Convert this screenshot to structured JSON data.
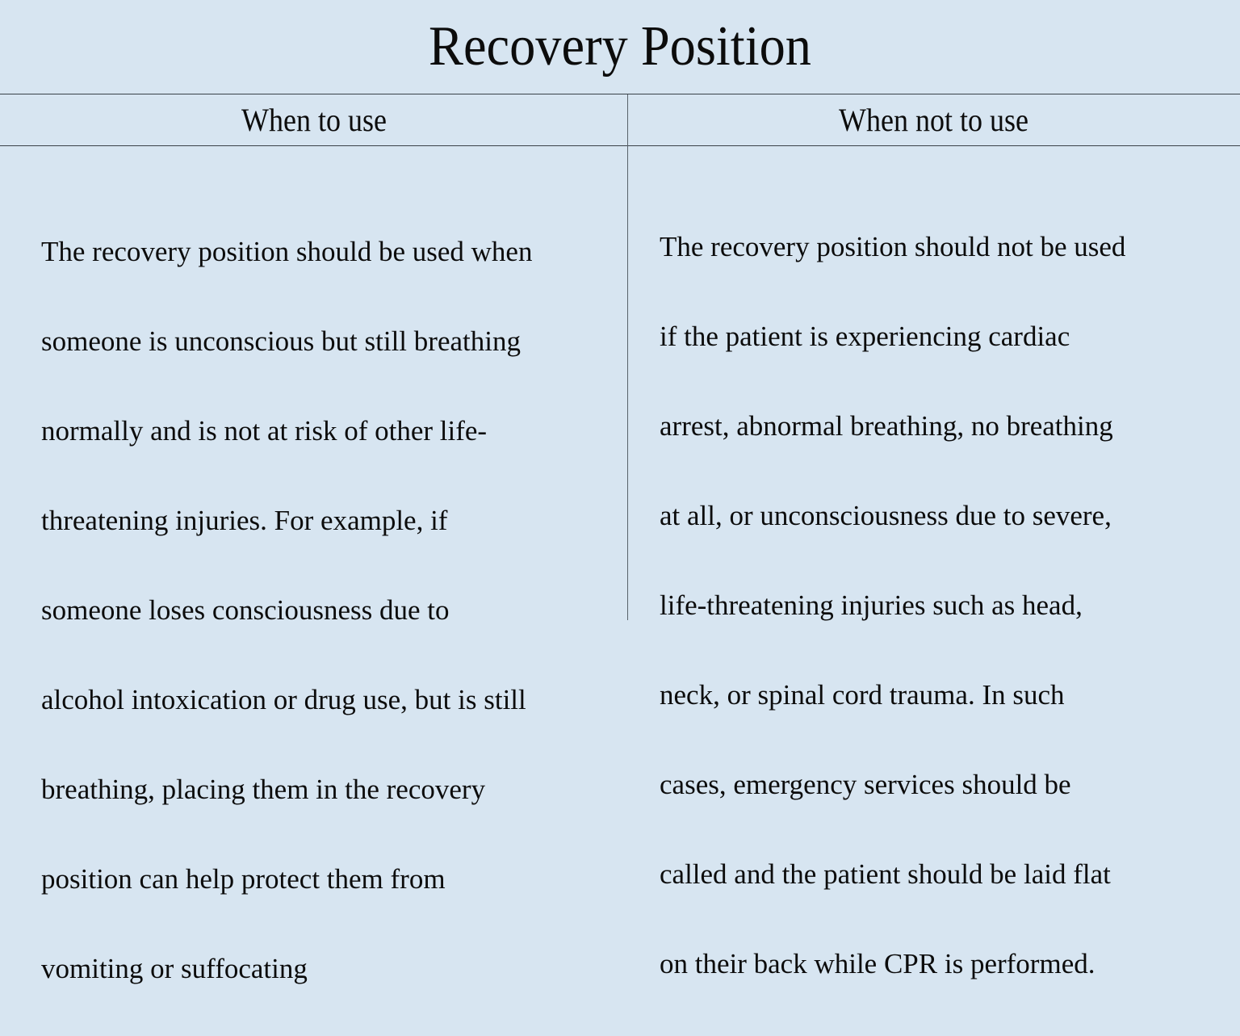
{
  "title": "Recovery Position",
  "columns": [
    {
      "heading": "When to use",
      "lines": [
        "The recovery position should be used when",
        "someone is unconscious but still breathing",
        "normally and is not at risk of other life-",
        "threatening injuries. For example, if",
        "someone loses consciousness due to",
        "alcohol intoxication or drug use, but is still",
        "breathing, placing them in the recovery",
        "position can help protect them from",
        "vomiting or suffocating"
      ]
    },
    {
      "heading": "When not to use",
      "lines": [
        "The recovery position should not be used",
        "if the patient is experiencing cardiac",
        "arrest, abnormal breathing, no breathing",
        "at all, or unconsciousness due to severe,",
        "life-threatening injuries such as head,",
        "neck, or spinal cord trauma. In such",
        "cases, emergency services should be",
        "called and the patient should be laid flat",
        "on their back while CPR is performed."
      ]
    }
  ],
  "colors": {
    "background": "#d7e5f1",
    "rule": "#3a4148",
    "text": "#0c0c0c"
  }
}
